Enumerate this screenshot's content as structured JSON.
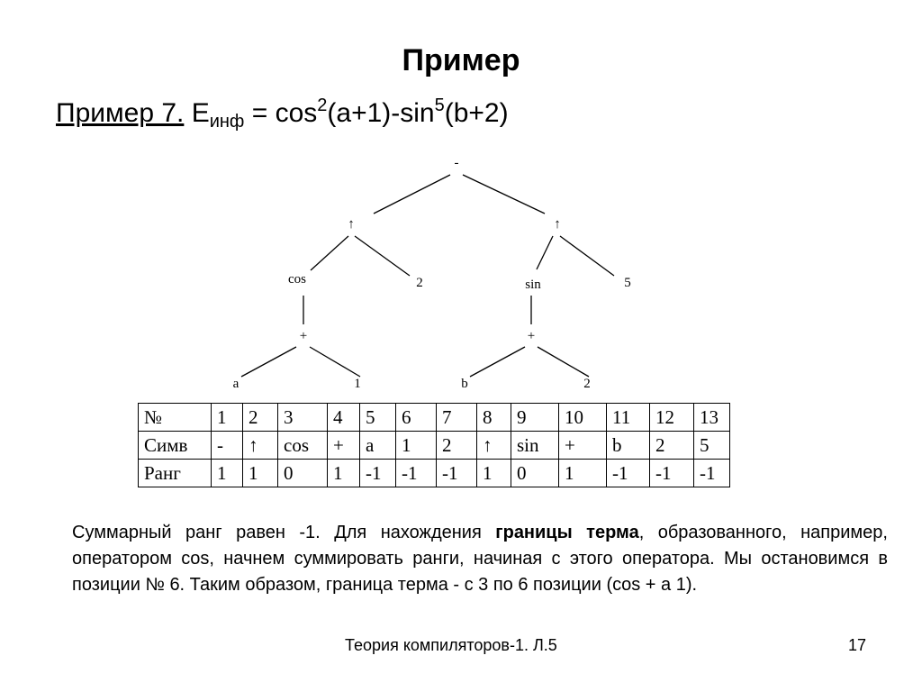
{
  "slide": {
    "title": "Пример",
    "subtitle": {
      "lead": "Пример 7.",
      "E": "E",
      "E_sub": "инф",
      "part1": " = cos",
      "sup1": "2",
      "part2": "(a+1)-sin",
      "sup2": "5",
      "part3": "(b+2)"
    }
  },
  "tree": {
    "nodes": [
      {
        "id": "minus",
        "label": "-"
      },
      {
        "id": "up1",
        "label": "↑"
      },
      {
        "id": "up2",
        "label": "↑"
      },
      {
        "id": "cos",
        "label": "cos"
      },
      {
        "id": "two_left",
        "label": "2"
      },
      {
        "id": "sin",
        "label": "sin"
      },
      {
        "id": "five",
        "label": "5"
      },
      {
        "id": "plus_left",
        "label": "+"
      },
      {
        "id": "plus_right",
        "label": "+"
      },
      {
        "id": "a",
        "label": "a"
      },
      {
        "id": "one",
        "label": "1"
      },
      {
        "id": "b",
        "label": "b"
      },
      {
        "id": "two_right",
        "label": "2"
      }
    ]
  },
  "table": {
    "rows": [
      {
        "header": "№",
        "cells": [
          "1",
          "2",
          "3",
          "4",
          "5",
          "6",
          "7",
          "8",
          "9",
          "10",
          "11",
          "12",
          "13"
        ]
      },
      {
        "header": "Симв",
        "cells": [
          "-",
          "↑",
          "cos",
          "+",
          "a",
          "1",
          "2",
          "↑",
          "sin",
          "+",
          "b",
          "2",
          "5"
        ]
      },
      {
        "header": "Ранг",
        "cells": [
          "1",
          "1",
          "0",
          "1",
          "-1",
          "-1",
          "-1",
          "1",
          "0",
          "1",
          "-1",
          "-1",
          "-1"
        ]
      }
    ]
  },
  "paragraph": {
    "before": "Суммарный ранг равен -1. Для нахождения ",
    "bold": "границы терма",
    "after": ", образованного, например, оператором cos, начнем суммировать ранги, начиная с этого оператора. Мы остановимся в позиции № 6. Таким образом, граница терма - с 3 по 6 позиции (cos + a 1)."
  },
  "footer": {
    "text": "Теория компиляторов-1. Л.5",
    "page": "17"
  }
}
